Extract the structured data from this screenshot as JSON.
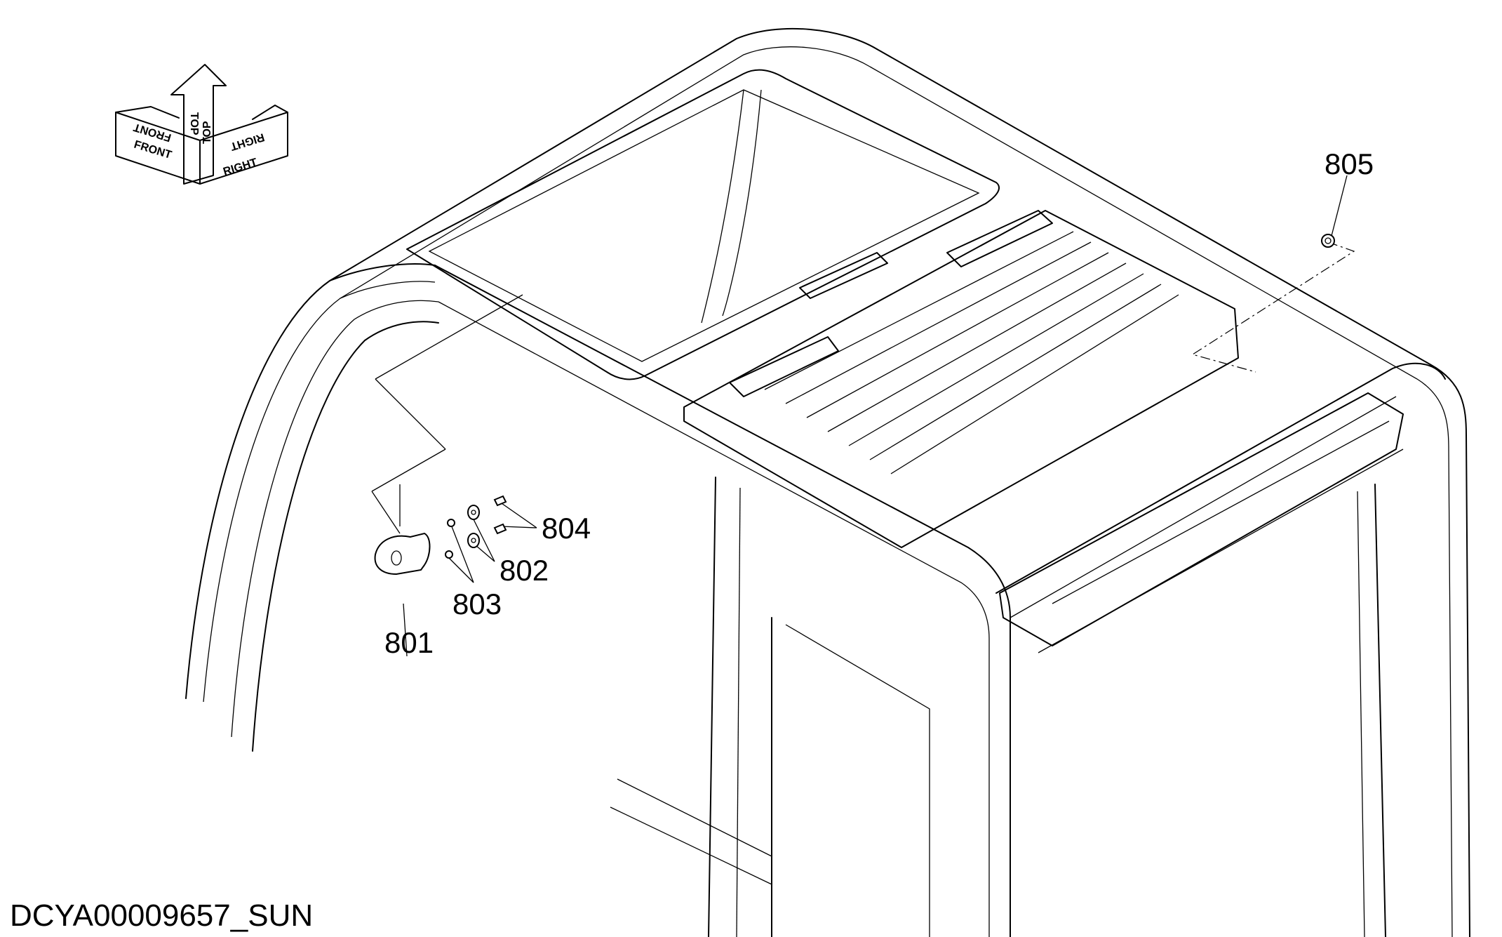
{
  "orientation_indicator": {
    "front": "FRONT",
    "top": "TOP",
    "right": "RIGHT"
  },
  "callouts": {
    "c801": "801",
    "c802": "802",
    "c803": "803",
    "c804": "804",
    "c805": "805"
  },
  "drawing_id": "DCYA00009657_SUN"
}
